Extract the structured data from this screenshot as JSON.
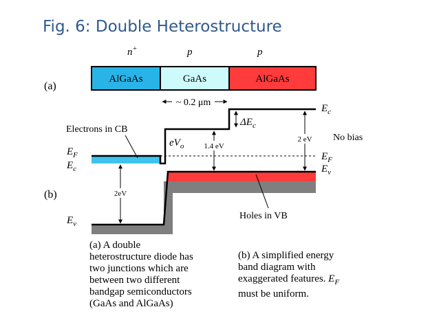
{
  "title": "Fig. 6: Double Heterostructure",
  "colors": {
    "algaas_left": "#29b4e8",
    "gaas": "#cdfafa",
    "algaas_right": "#ff3b3b",
    "electrons_fill": "#3fc3ee",
    "holes_fill": "#ff3b3b",
    "shadow": "#7f7f7f",
    "title": "#2f5a8c"
  },
  "panel_a": {
    "label": "(a)",
    "layers": [
      {
        "name": "AlGaAs",
        "doping_base": "n",
        "doping_sup": "+"
      },
      {
        "name": "GaAs",
        "doping_base": "p",
        "doping_sup": ""
      },
      {
        "name": "AlGaAs",
        "doping_base": "p",
        "doping_sup": ""
      }
    ],
    "thickness_label": "~ 0.2 μm"
  },
  "panel_b": {
    "label": "(b)",
    "electrons_label": "Electrons in CB",
    "holes_label": "Holes in VB",
    "no_bias": "No bias",
    "ev0_base": "eV",
    "ev0_sub": "o",
    "delta_ec": "ΔE",
    "delta_ec_sub": "c",
    "gap_left": "2eV",
    "gap_middle": "1.4 eV",
    "gap_right": "2 eV",
    "left_ef": "E",
    "left_ef_sub": "F",
    "left_ec": "E",
    "left_ec_sub": "c",
    "left_ev": "E",
    "left_ev_sub": "v",
    "right_ec": "E",
    "right_ec_sub": "c",
    "right_ef": "E",
    "right_ef_sub": "F",
    "right_ev": "E",
    "right_ev_sub": "v"
  },
  "caption_a": [
    "(a) A double",
    "heterostructure diode has",
    "two junctions which are",
    "between two different",
    "bandgap semiconductors",
    "(GaAs and AlGaAs)"
  ],
  "caption_b": {
    "lines": [
      "(b) A simplified energy",
      "band diagram with",
      "exaggerated features."
    ],
    "tail_base": "E",
    "tail_sub": "F",
    "last_line": "must be uniform."
  }
}
